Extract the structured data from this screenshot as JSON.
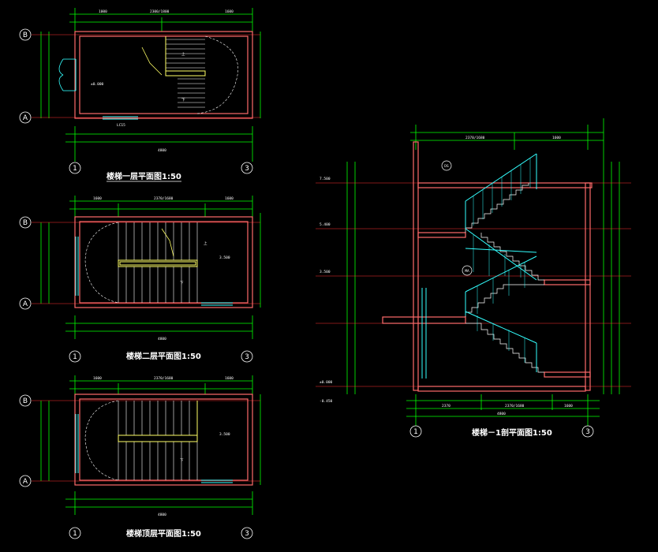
{
  "colors": {
    "background": "#000000",
    "dimension_line": "#00ff00",
    "axis_line": "#ff3333",
    "wall": "#ff6b6b",
    "stair_rail": "#ffff66",
    "glass": "#33ffff",
    "text": "#ffffff"
  },
  "plans": [
    {
      "id": "plan-1f",
      "title": "楼梯一层平面图1:50",
      "axis_top": "B",
      "axis_bottom": "A",
      "axis_left_col": "1",
      "axis_right_col": "3",
      "dims_top": [
        "1000",
        "2300/1800",
        "1600"
      ],
      "dims_bottom": [
        "4800"
      ],
      "annotations": [
        "±0.000",
        "上",
        "下",
        "LC15"
      ]
    },
    {
      "id": "plan-2f",
      "title": "楼梯二层平面图1:50",
      "axis_top": "B",
      "axis_bottom": "A",
      "axis_left_col": "1",
      "axis_right_col": "3",
      "dims_top": [
        "1600",
        "2370/1680",
        "1600"
      ],
      "dims_bottom": [
        "4800"
      ],
      "annotations": [
        "3.500",
        "上",
        "下"
      ]
    },
    {
      "id": "plan-top",
      "title": "楼梯顶层平面图1:50",
      "axis_top": "B",
      "axis_bottom": "A",
      "axis_left_col": "1",
      "axis_right_col": "3",
      "dims_top": [
        "1600",
        "2370/1680",
        "1600"
      ],
      "dims_bottom": [
        "4800"
      ],
      "annotations": [
        "3.500",
        "下"
      ]
    }
  ],
  "section": {
    "title": "楼梯－1剖平面图1:50",
    "axis_left": "1",
    "axis_right": "3",
    "dims_top": [
      "2370/1680",
      "1600"
    ],
    "dims_bottom": [
      "2370",
      "2370/1680",
      "1600"
    ],
    "total": "4800",
    "levels": [
      "7.500",
      "5.400",
      "3.500",
      "±0.000",
      "-0.450"
    ],
    "callouts": [
      "DS",
      "MA"
    ]
  }
}
